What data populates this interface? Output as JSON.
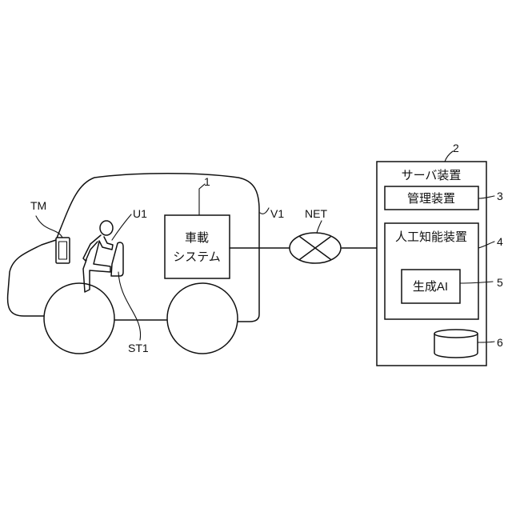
{
  "labels": {
    "terminal_ref": "TM",
    "user_ref": "U1",
    "vehicle_ref": "V1",
    "seat_ref": "ST1",
    "network": "NET",
    "onboard_ref": "1",
    "server_ref": "2",
    "management_ref": "3",
    "ai_device_ref": "4",
    "gen_ai_ref": "5",
    "storage_ref": "6"
  },
  "onboard_system": {
    "line1": "車載",
    "line2": "システム"
  },
  "server": {
    "title": "サーバ装置",
    "management": "管理装置",
    "ai_device": "人工知能装置",
    "gen_ai": "生成AI"
  }
}
